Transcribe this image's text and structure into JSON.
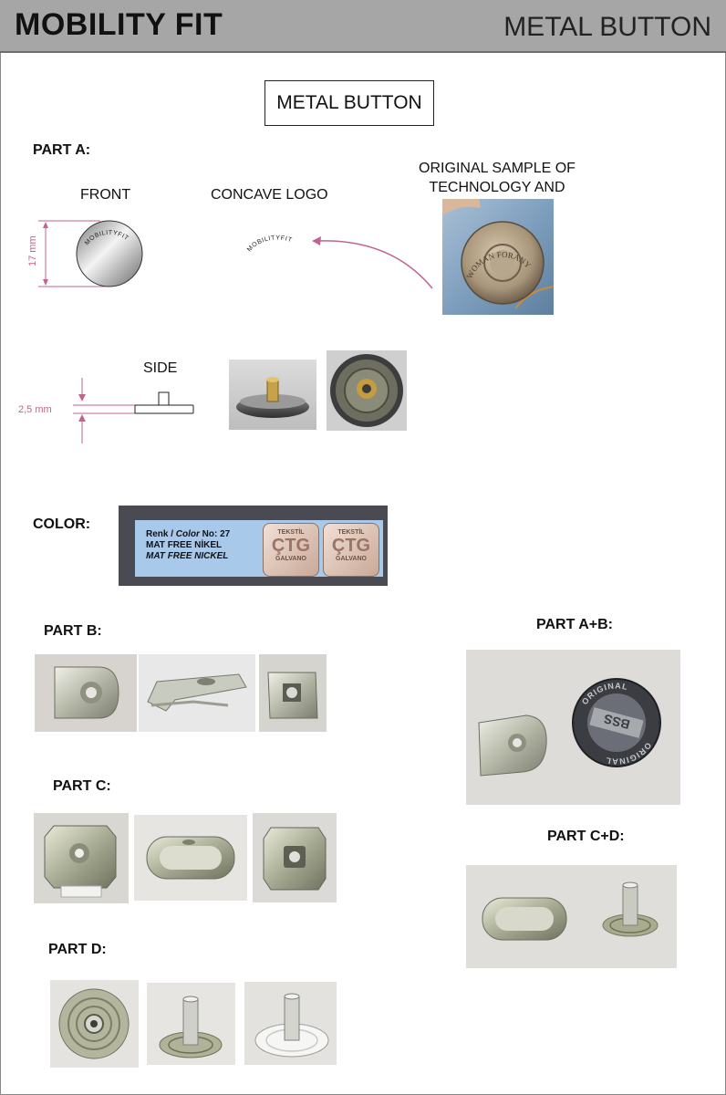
{
  "header": {
    "brand": "MOBILITY FIT",
    "doc_type": "METAL BUTTON"
  },
  "title": "METAL BUTTON",
  "part_a": {
    "heading": "PART A:",
    "front_label": "FRONT",
    "concave_label": "CONCAVE LOGO",
    "sample_label_line1": "ORIGINAL SAMPLE OF",
    "sample_label_line2": "TECHNOLOGY AND COLOR:",
    "logo_text": "MOBILITYFIT",
    "height_dim": "17 mm",
    "side_label": "SIDE",
    "thickness_dim": "2,5 mm",
    "sample_button_text": "WOMAN  FORANY"
  },
  "color": {
    "heading": "COLOR:",
    "card_line1_a": "Renk / ",
    "card_line1_b": "Color",
    "card_line1_c": " No: 27",
    "card_line2": "MAT FREE NİKEL",
    "card_line3": "MAT FREE NICKEL",
    "chip_top": "TEKSTİL",
    "chip_mid": "ÇTG",
    "chip_bottom": "GALVANO"
  },
  "part_b": {
    "heading": "PART B:"
  },
  "part_ab": {
    "heading": "PART A+B:",
    "button_top": "ORIGINAL",
    "button_bottom": "ORIGINAL",
    "button_center": "BSS"
  },
  "part_c": {
    "heading": "PART C:"
  },
  "part_cd": {
    "heading": "PART C+D:"
  },
  "part_d": {
    "heading": "PART D:"
  },
  "colors": {
    "header_bg": "#a6a6a6",
    "dimension": "#c0638f",
    "metal_light": "#e6e6e6",
    "metal_dark": "#6e6e6e"
  }
}
